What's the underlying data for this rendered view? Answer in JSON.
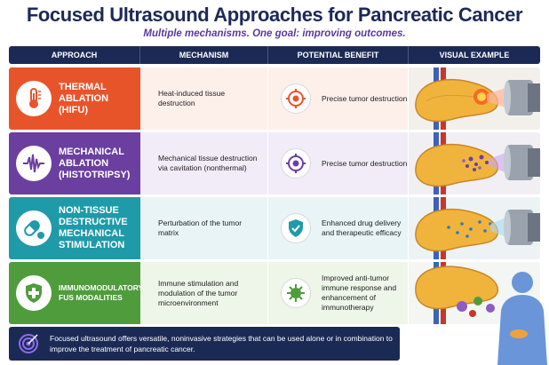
{
  "title": "Focused Ultrasound Approaches for Pancreatic Cancer",
  "subtitle": "Multiple mechanisms. One goal: improving outcomes.",
  "columns": [
    "APPROACH",
    "MECHANISM",
    "POTENTIAL BENEFIT",
    "VISUAL EXAMPLE"
  ],
  "rows": [
    {
      "approach": "THERMAL ABLATION (HIFU)",
      "mechanism": "Heat-induced tissue destruction",
      "benefit": "Precise tumor destruction",
      "icon": "thermometer-icon",
      "benefit_icon": "target-icon",
      "color": "#e8542a"
    },
    {
      "approach": "MECHANICAL ABLATION (HISTOTRIPSY)",
      "mechanism": "Mechanical tissue destruction via cavitation (nonthermal)",
      "benefit": "Precise tumor destruction",
      "icon": "waveform-icon",
      "benefit_icon": "target-icon",
      "color": "#6b3fa0"
    },
    {
      "approach": "NON-TISSUE DESTRUCTIVE MECHANICAL STIMULATION",
      "mechanism": "Perturbation of the tumor matrix",
      "benefit": "Enhanced drug delivery and therapeutic efficacy",
      "icon": "pill-icon",
      "benefit_icon": "shield-check-icon",
      "color": "#1f9aa8"
    },
    {
      "approach": "IMMUNOMODULATORY FUS MODALITIES",
      "mechanism": "Immune stimulation and modulation of the tumor microenvironment",
      "benefit": "Improved anti-tumor immune response and enhancement of immunotherapy",
      "icon": "shield-plus-icon",
      "benefit_icon": "virus-icon",
      "color": "#4f9c3c"
    }
  ],
  "footer": "Focused ultrasound offers versatile, noninvasive strategies that can be used alone or in combination to improve the treatment of pancreatic cancer.",
  "footer_icon": "target-icon"
}
